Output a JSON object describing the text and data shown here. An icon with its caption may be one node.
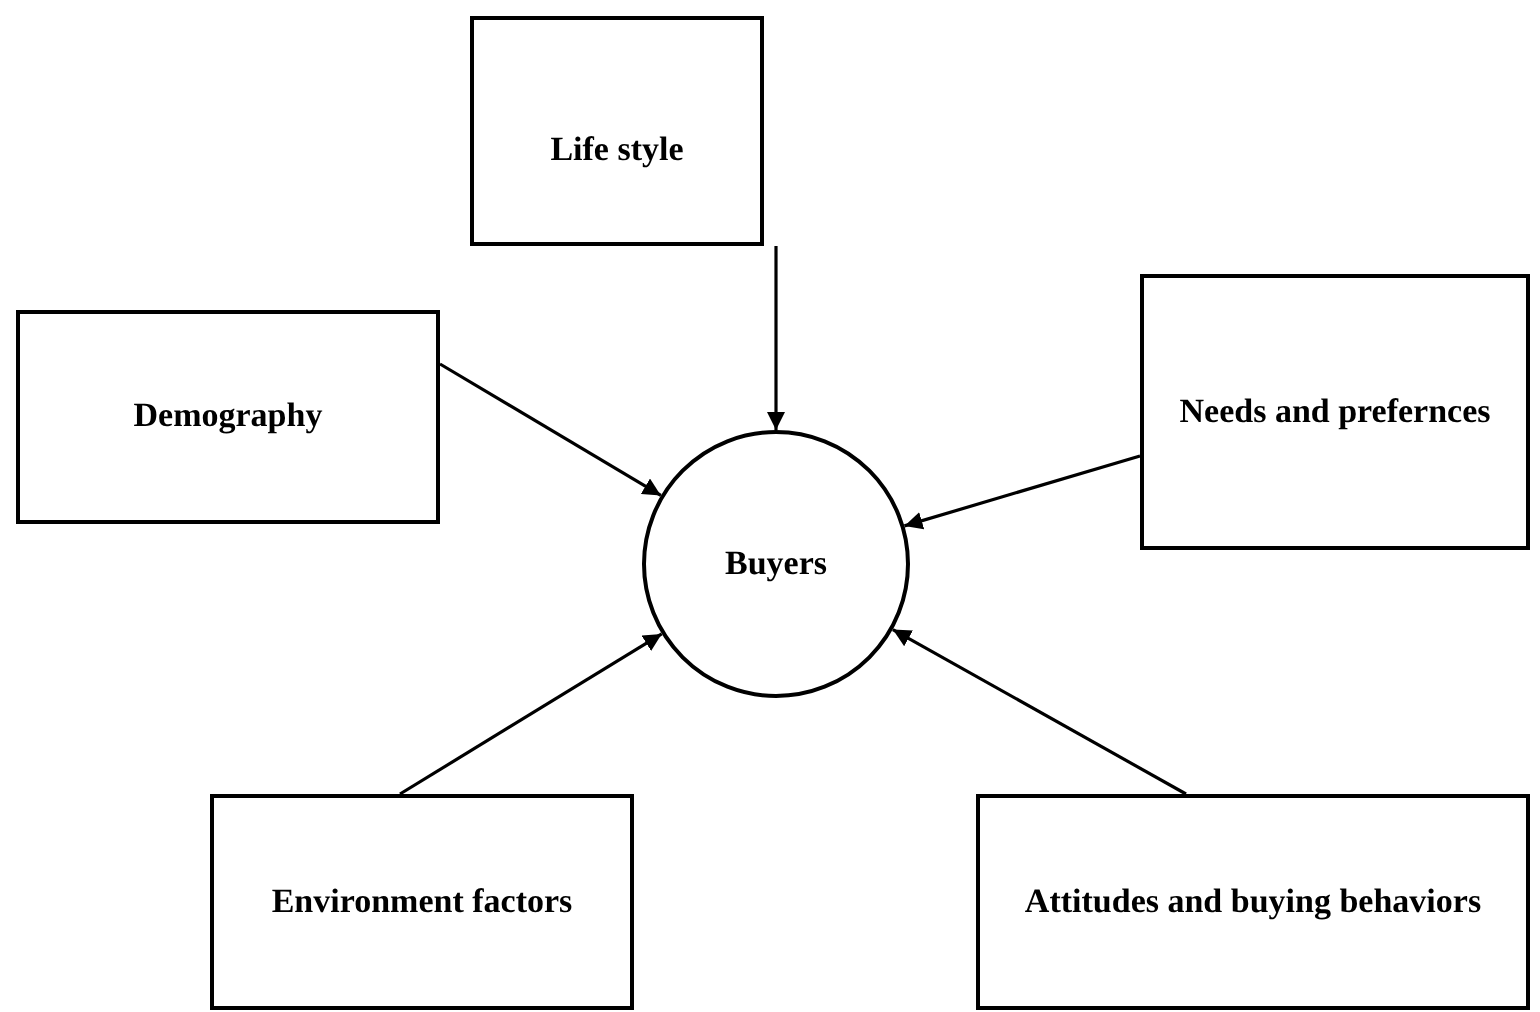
{
  "diagram": {
    "nodes": [
      {
        "text": [
          "Life style"
        ]
      },
      {
        "text": [
          "Demography"
        ]
      },
      {
        "text": [
          "Needs and prefernces"
        ]
      },
      {
        "text": [
          "Buyers"
        ]
      },
      {
        "text": [
          "Environment factors"
        ]
      },
      {
        "text": [
          "Attitudes and buying behaviors"
        ]
      }
    ],
    "edges": [
      {
        "from": 0,
        "to": 3,
        "arrow": "to"
      },
      {
        "from": 1,
        "to": 3,
        "arrow": "to"
      },
      {
        "from": 2,
        "to": 3,
        "arrow": "to"
      },
      {
        "from": 4,
        "to": 3,
        "arrow": "to"
      },
      {
        "from": 5,
        "to": 3,
        "arrow": "to"
      }
    ]
  }
}
